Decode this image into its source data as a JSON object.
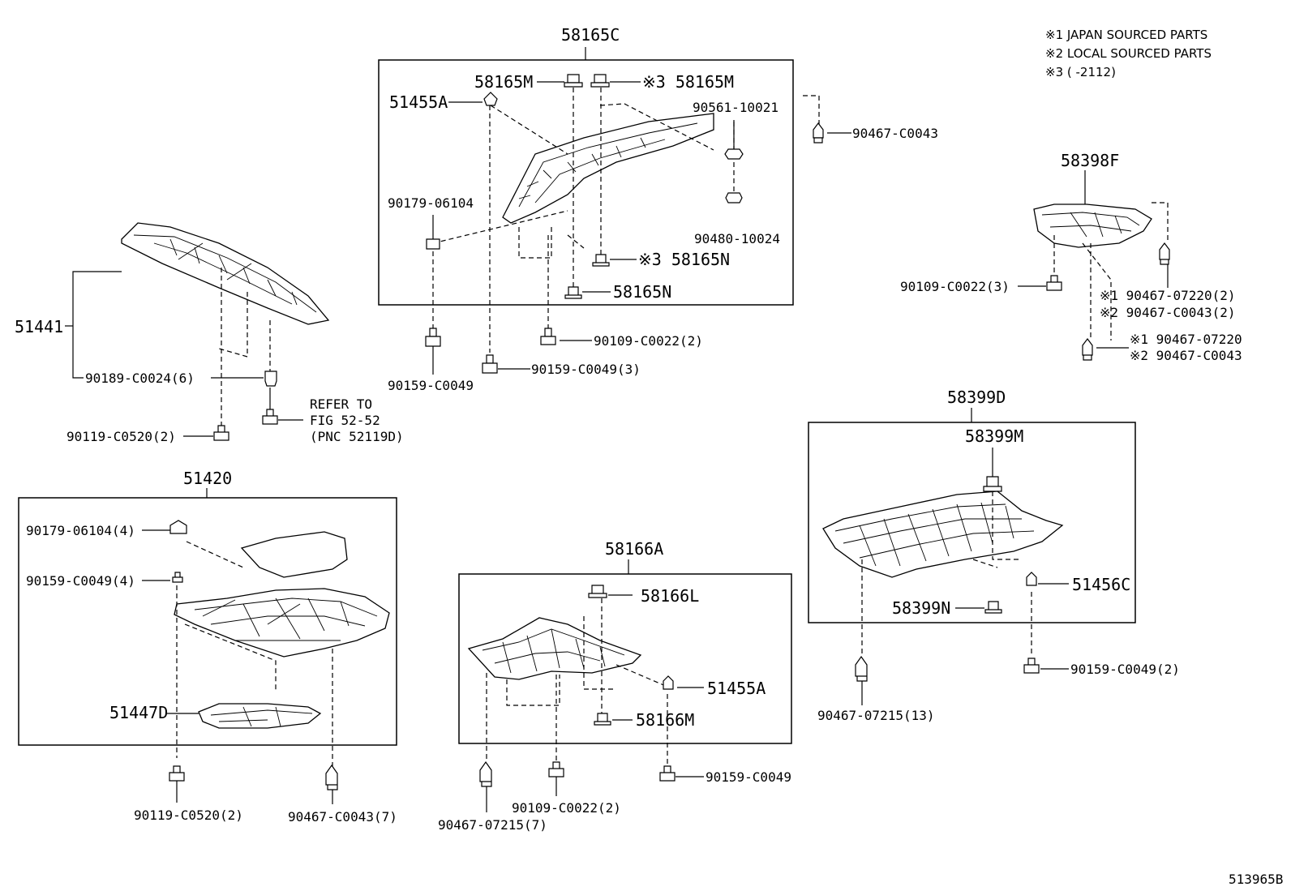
{
  "notes": {
    "n1": "※1 JAPAN SOURCED PARTS",
    "n2": "※2 LOCAL SOURCED PARTS",
    "n3": "※3 (      -2112)"
  },
  "diagram_id": "513965B",
  "labels": {
    "p58165C": "58165C",
    "p58165M_a": "58165M",
    "p58165M_b": "※3 58165M",
    "p51455A_a": "51455A",
    "p90561": "90561-10021",
    "p90467_C0043_top": "90467-C0043",
    "p90179_06104": "90179-06104",
    "p90480": "90480-10024",
    "p58165N_a": "※3 58165N",
    "p58165N_b": "58165N",
    "p90109_C0022_2a": "90109-C0022(2)",
    "p90159_C0049_3": "90159-C0049(3)",
    "p90159_C0049_a": "90159-C0049",
    "p51441": "51441",
    "p90189": "90189-C0024(6)",
    "refer1": "REFER TO",
    "refer2": "FIG 52-52",
    "refer3": "(PNC 52119D)",
    "p90119_a": "90119-C0520(2)",
    "p58398F": "58398F",
    "p90109_C0022_3": "90109-C0022(3)",
    "p90467_07220_2": "※1 90467-07220(2)",
    "p90467_C0043_2": "※2 90467-C0043(2)",
    "p90467_07220": "※1 90467-07220",
    "p90467_C0043_b": "※2 90467-C0043",
    "p51420": "51420",
    "p90179_06104_4": "90179-06104(4)",
    "p90159_C0049_4": "90159-C0049(4)",
    "p51447D": "51447D",
    "p90119_b": "90119-C0520(2)",
    "p90467_C0043_7": "90467-C0043(7)",
    "p58166A": "58166A",
    "p58166L": "58166L",
    "p51455A_b": "51455A",
    "p58166M": "58166M",
    "p90159_C0049_b": "90159-C0049",
    "p90109_C0022_2b": "90109-C0022(2)",
    "p90467_07215_7": "90467-07215(7)",
    "p58399D": "58399D",
    "p58399M": "58399M",
    "p51456C": "51456C",
    "p58399N": "58399N",
    "p90159_C0049_2": "90159-C0049(2)",
    "p90467_07215_13": "90467-07215(13)"
  }
}
